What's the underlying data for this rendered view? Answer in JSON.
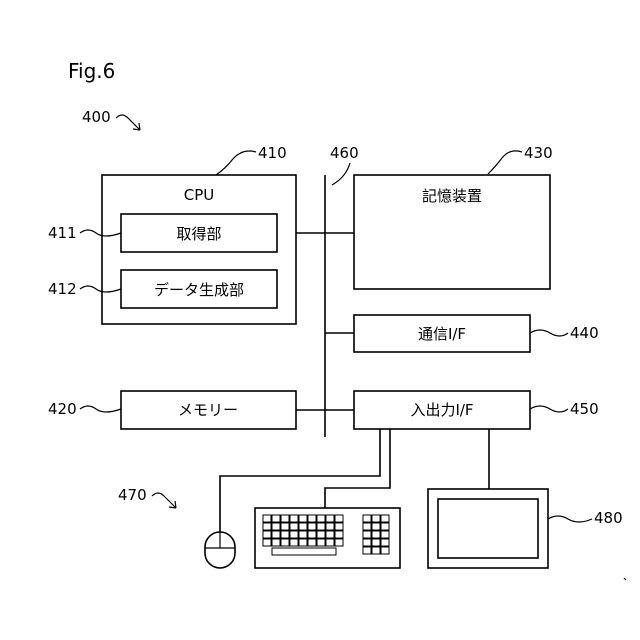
{
  "figure": {
    "title": "Fig.6",
    "ref_main": "400",
    "ref_peripherals": "470"
  },
  "cpu": {
    "ref": "410",
    "label": "CPU"
  },
  "acquisition_unit": {
    "ref": "411",
    "label": "取得部"
  },
  "data_generation_unit": {
    "ref": "412",
    "label": "データ生成部"
  },
  "memory": {
    "ref": "420",
    "label": "メモリー"
  },
  "storage": {
    "ref": "430",
    "label": "記憶装置"
  },
  "communication_if": {
    "ref": "440",
    "label": "通信I/F"
  },
  "io_if": {
    "ref": "450",
    "label": "入出力I/F"
  },
  "bus": {
    "ref": "460"
  },
  "display": {
    "ref": "480"
  },
  "peripherals": {
    "items": [
      "mouse-icon",
      "keyboard-icon",
      "display-icon"
    ]
  }
}
